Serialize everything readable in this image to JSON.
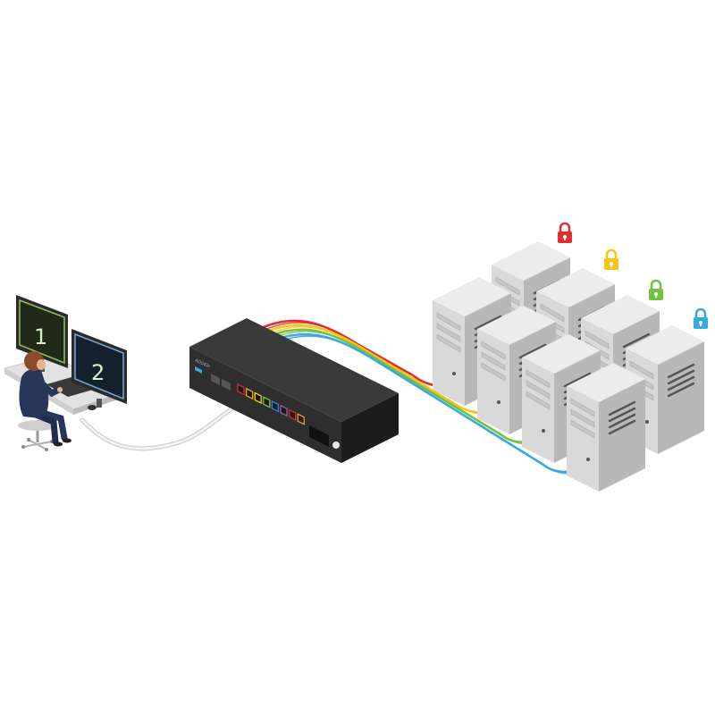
{
  "monitors": [
    {
      "label": "1",
      "bezel_color": "#2b2b2b",
      "screen_color": "#1f2a1a",
      "accent": "#8fbf55"
    },
    {
      "label": "2",
      "bezel_color": "#2b2b2b",
      "screen_color": "#14202c",
      "accent": "#7aa6d6"
    }
  ],
  "operator": {
    "hair_color": "#8a4b2a",
    "clothes_color": "#26375a",
    "skin_color": "#e8b48f"
  },
  "kvm_switch": {
    "body_color": "#2e2e2e",
    "port_count": 8,
    "port_colors": [
      "#d7263d",
      "#e8a317",
      "#f2d21b",
      "#7ac143",
      "#2e86de",
      "#9b59b6",
      "#d7263d",
      "#e8a317"
    ],
    "brand_text": "ADDER",
    "display_dark": "#111111"
  },
  "cable_colors": [
    "#e03131",
    "#f5c518",
    "#76c043",
    "#3aa9e0"
  ],
  "servers": {
    "count": 8,
    "face_color": "#d9d9d9",
    "side_color": "#b8b8b8",
    "top_color": "#ececec"
  },
  "locks": [
    {
      "color": "#e03131",
      "icon": "lock-icon"
    },
    {
      "color": "#f5c518",
      "icon": "lock-icon"
    },
    {
      "color": "#76c043",
      "icon": "lock-icon"
    },
    {
      "color": "#3aa9e0",
      "icon": "lock-icon"
    }
  ],
  "console_cable_color": "#e6e6e6"
}
